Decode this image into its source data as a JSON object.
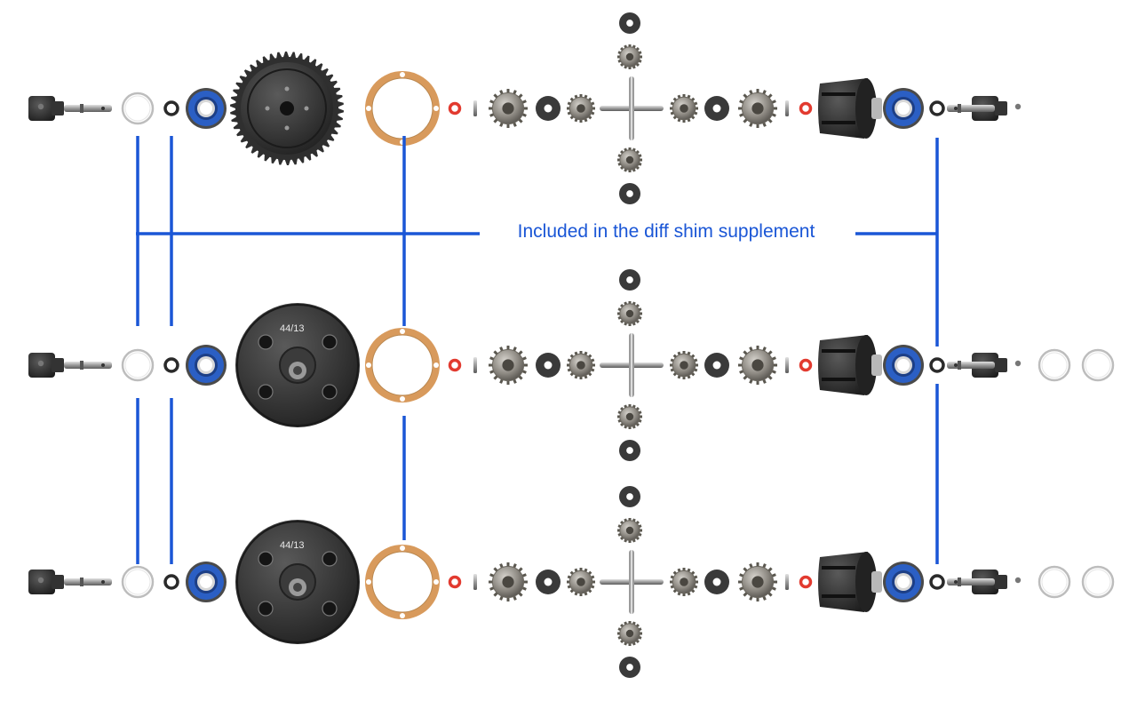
{
  "annotation": {
    "text": "Included in the diff shim supplement",
    "color": "#1a56d6"
  },
  "rows": [
    {
      "gear_type": "spur-gear"
    },
    {
      "gear_type": "ring-gear",
      "gear_label": "44/13"
    },
    {
      "gear_type": "ring-gear",
      "gear_label": "44/13"
    }
  ],
  "colors": {
    "background": "#ffffff",
    "part_dark": "#2b2b2b",
    "bearing_seal": "#2b5fc4",
    "gasket": "#d89a5c",
    "o_ring": "#e23a2f",
    "metal": "#8c8a86",
    "shim": "#c9c9c9"
  }
}
